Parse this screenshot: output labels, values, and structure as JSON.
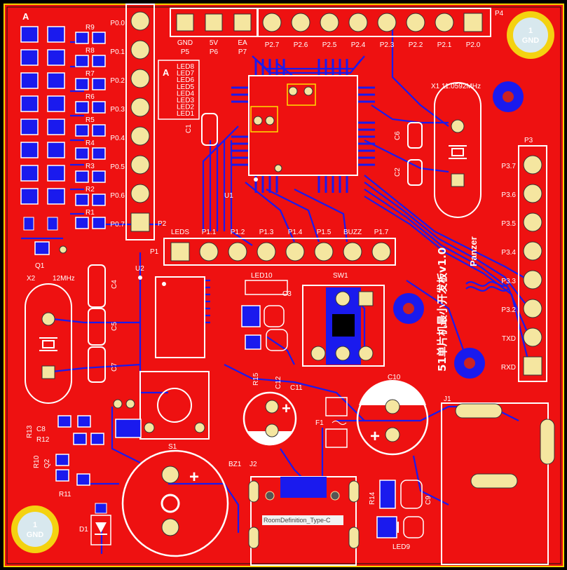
{
  "board": {
    "title": "51单片机最小开发板v1.0",
    "author": "Panzer",
    "crystal_x1": "X1  11.0592MHz",
    "crystal_x2": "X2",
    "crystal_x2_freq": "12MHz",
    "gnd_pad_num": "1",
    "gnd_pad_label": "GND",
    "typec_tag": "RoomDefinition_Type-C",
    "colors": {
      "board": "#ee1111",
      "silk": "#ffffff",
      "pad": "#f5e6a0",
      "trace": "#1a1aee",
      "gnd": "#f4d210"
    }
  },
  "header_p0": {
    "name": "P2",
    "pins": [
      "P0.0",
      "P0.1",
      "P0.2",
      "P0.3",
      "P0.4",
      "P0.5",
      "P0.6",
      "P0.7"
    ],
    "resistors": [
      "R9",
      "R8",
      "R7",
      "R6",
      "R5",
      "R4",
      "R3",
      "R2",
      "R1"
    ]
  },
  "header_p4": {
    "name": "P4",
    "pins": [
      "P2.7",
      "P2.6",
      "P2.5",
      "P2.4",
      "P2.3",
      "P2.2",
      "P2.1",
      "P2.0"
    ]
  },
  "power_pins": [
    {
      "label": "GND",
      "ref": "P5"
    },
    {
      "label": "5V",
      "ref": "P6"
    },
    {
      "label": "EA",
      "ref": "P7"
    }
  ],
  "led_array": [
    "LED8",
    "LED7",
    "LED6",
    "LED5",
    "LED4",
    "LED3",
    "LED2",
    "LED1"
  ],
  "header_p1": {
    "name": "P1",
    "pins": [
      "LEDS",
      "P1.1",
      "P1.2",
      "P1.3",
      "P1.4",
      "P1.5",
      "BUZZ",
      "P1.7"
    ]
  },
  "header_p3": {
    "name": "P3",
    "pins": [
      "P3.7",
      "P3.6",
      "P3.5",
      "P3.4",
      "P3.3",
      "P3.2",
      "TXD",
      "RXD"
    ]
  },
  "refs": {
    "u1": "U1",
    "u2": "U2",
    "q1": "Q1",
    "q2": "Q2",
    "c1": "C1",
    "c2": "C2",
    "c3": "C3",
    "c4": "C4",
    "c5": "C5",
    "c6": "C6",
    "c7": "C7",
    "c8": "C8",
    "c9": "C9",
    "c10": "C10",
    "c11": "C11",
    "c12": "C12",
    "r10": "R10",
    "r11": "R11",
    "r12": "R12",
    "r13": "R13",
    "r14": "R14",
    "r15": "R15",
    "led9": "LED9",
    "led10": "LED10",
    "sw1": "SW1",
    "s1": "S1",
    "bz1": "BZ1",
    "j1": "J1",
    "j2": "J2",
    "f1": "F1",
    "d1": "D1"
  }
}
